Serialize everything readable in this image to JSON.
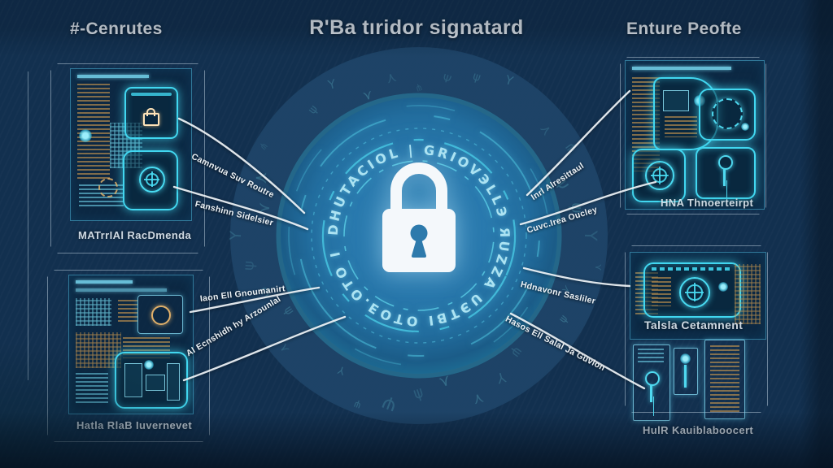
{
  "titles": {
    "left": "#-Cenrutes",
    "center": "R'Ba tıridor signatard",
    "right": "Enture Peofte"
  },
  "center": {
    "ring_text": "DHUTACIOL | GRIOVЭLLЭ ЯUZZA UЭTBI OTOƎ.OTO I ",
    "lock_icon": "padlock"
  },
  "panels": {
    "left_top": {
      "caption": "MATrrIAl RacDmenda"
    },
    "left_bottom": {
      "caption": "Hatla RlaB Iuvernevet"
    },
    "right_top": {
      "caption": "HNA Thnoerteirpt"
    },
    "right_bottom": {
      "caption": "Talsla Cetamnent",
      "caption2": "HulR Kauiblaboocert"
    }
  },
  "connector_labels": [
    {
      "id": "lt1",
      "text": "Camnvua Suv Routre"
    },
    {
      "id": "lt2",
      "text": "Fanshinn Sidelsier"
    },
    {
      "id": "lb1",
      "text": "Iaon Ell Gnoumanirt"
    },
    {
      "id": "lb2",
      "text": "Al Ecnshidh hy Arzounlal"
    },
    {
      "id": "rt1",
      "text": "Inrl Alresittaul"
    },
    {
      "id": "rt2",
      "text": "Cuvc.Irea Oucley"
    },
    {
      "id": "rb1",
      "text": "Hdnavonr Sasliler"
    },
    {
      "id": "rb2",
      "text": "Hasos Ell Salal Ja Guvlon"
    }
  ],
  "colors": {
    "background": "#12304f",
    "accent_cyan": "#41d7f0",
    "accent_amber": "#cf9a4e",
    "connector_line": "#f0f4f7",
    "lock_white": "#f4f8fb"
  }
}
